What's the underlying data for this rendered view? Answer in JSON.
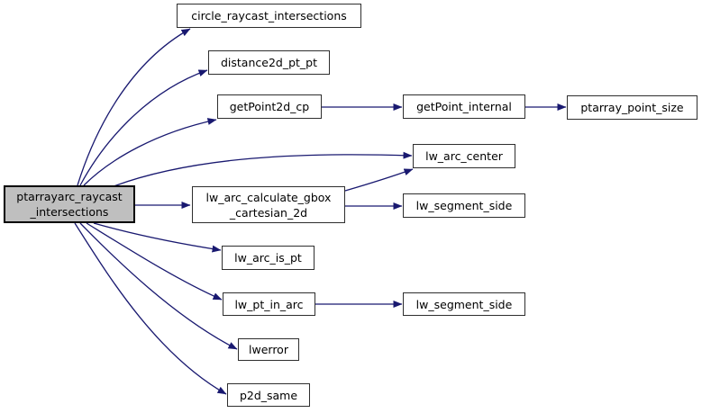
{
  "diagram": {
    "kind": "doxygen-call-graph",
    "colors": {
      "edge": "#191970",
      "node_border": "#2e2e2e",
      "root_border": "#000000",
      "root_fill": "#bfbfbf",
      "node_fill": "#ffffff",
      "text": "#000000",
      "background": "#ffffff"
    },
    "nodes": {
      "root": {
        "lines": [
          "ptarrayarc_raycast",
          "_intersections"
        ]
      },
      "circle_raycast_intersections": {
        "lines": [
          "circle_raycast_intersections"
        ]
      },
      "distance2d_pt_pt": {
        "lines": [
          "distance2d_pt_pt"
        ]
      },
      "getpoint2d_cp": {
        "lines": [
          "getPoint2d_cp"
        ]
      },
      "getpoint_internal": {
        "lines": [
          "getPoint_internal"
        ]
      },
      "ptarray_point_size": {
        "lines": [
          "ptarray_point_size"
        ]
      },
      "lw_arc_center": {
        "lines": [
          "lw_arc_center"
        ]
      },
      "lw_arc_calculate_gbox_cartesian_2d": {
        "lines": [
          "lw_arc_calculate_gbox",
          "_cartesian_2d"
        ]
      },
      "lw_segment_side_top": {
        "lines": [
          "lw_segment_side"
        ]
      },
      "lw_arc_is_pt": {
        "lines": [
          "lw_arc_is_pt"
        ]
      },
      "lw_pt_in_arc": {
        "lines": [
          "lw_pt_in_arc"
        ]
      },
      "lw_segment_side_bottom": {
        "lines": [
          "lw_segment_side"
        ]
      },
      "lwerror": {
        "lines": [
          "lwerror"
        ]
      },
      "p2d_same": {
        "lines": [
          "p2d_same"
        ]
      }
    },
    "edges": [
      {
        "from": "ptarrayarc_raycast_intersections",
        "to": "circle_raycast_intersections"
      },
      {
        "from": "ptarrayarc_raycast_intersections",
        "to": "distance2d_pt_pt"
      },
      {
        "from": "ptarrayarc_raycast_intersections",
        "to": "getPoint2d_cp"
      },
      {
        "from": "ptarrayarc_raycast_intersections",
        "to": "lw_arc_center"
      },
      {
        "from": "ptarrayarc_raycast_intersections",
        "to": "lw_arc_calculate_gbox_cartesian_2d"
      },
      {
        "from": "ptarrayarc_raycast_intersections",
        "to": "lw_arc_is_pt"
      },
      {
        "from": "ptarrayarc_raycast_intersections",
        "to": "lw_pt_in_arc"
      },
      {
        "from": "ptarrayarc_raycast_intersections",
        "to": "lwerror"
      },
      {
        "from": "ptarrayarc_raycast_intersections",
        "to": "p2d_same"
      },
      {
        "from": "getPoint2d_cp",
        "to": "getPoint_internal"
      },
      {
        "from": "getPoint_internal",
        "to": "ptarray_point_size"
      },
      {
        "from": "lw_arc_calculate_gbox_cartesian_2d",
        "to": "lw_arc_center"
      },
      {
        "from": "lw_arc_calculate_gbox_cartesian_2d",
        "to": "lw_segment_side"
      },
      {
        "from": "lw_pt_in_arc",
        "to": "lw_segment_side"
      }
    ]
  }
}
